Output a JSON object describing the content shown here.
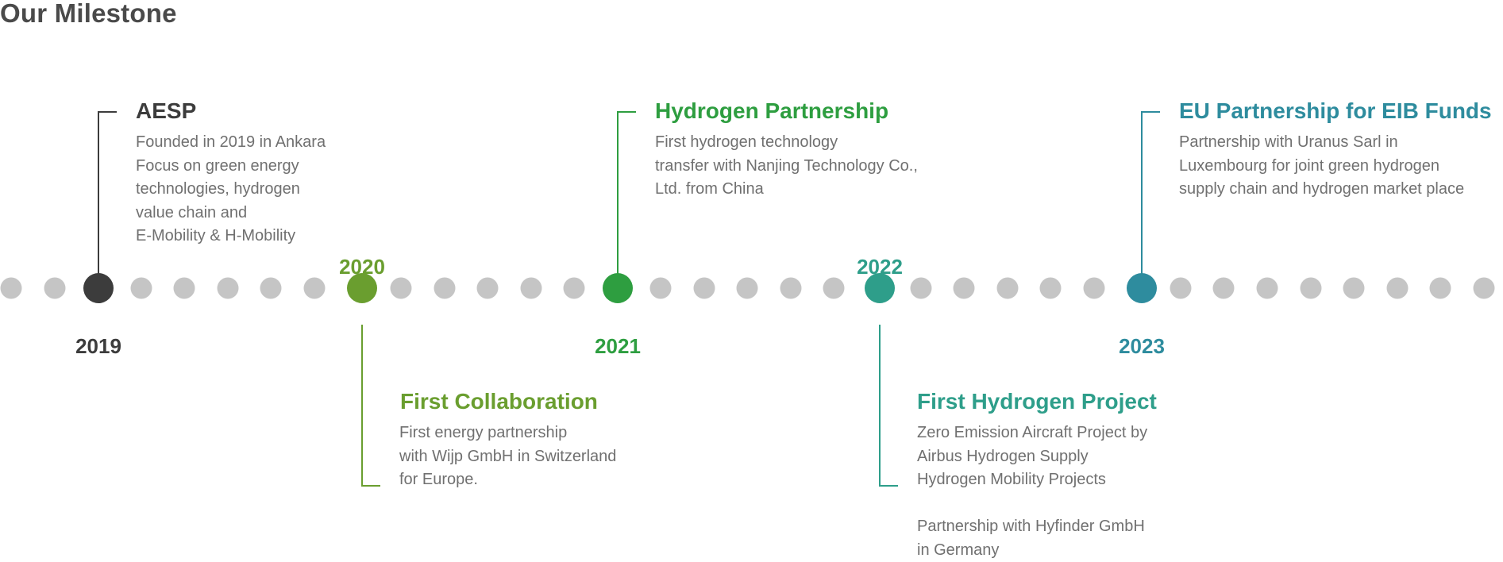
{
  "page": {
    "title": "Our Milestone"
  },
  "milestones": [
    {
      "year": "2019",
      "title": "AESP",
      "description": "Founded in 2019 in Ankara\nFocus on green energy\ntechnologies, hydrogen\nvalue chain and\nE-Mobility & H-Mobility",
      "color": "#3c3c3c"
    },
    {
      "year": "2020",
      "title": "First Collaboration",
      "description": "First energy partnership\nwith Wijp GmbH in Switzerland\nfor Europe.",
      "color": "#6a9e2f"
    },
    {
      "year": "2021",
      "title": "Hydrogen Partnership",
      "description": "First hydrogen technology\ntransfer with Nanjing Technology Co.,\nLtd.  from China",
      "color": "#2e9e40"
    },
    {
      "year": "2022",
      "title": "First Hydrogen Project",
      "description": "Zero Emission Aircraft Project by\nAirbus Hydrogen Supply\nHydrogen Mobility Projects\n\nPartnership with Hyfinder GmbH\nin Germany",
      "color": "#2e9e8a"
    },
    {
      "year": "2023",
      "title": "EU Partnership for EIB Funds",
      "description": "Partnership with Uranus Sarl in\nLuxembourg for joint green hydrogen\nsupply chain and hydrogen market place",
      "color": "#2e8c9e"
    }
  ]
}
